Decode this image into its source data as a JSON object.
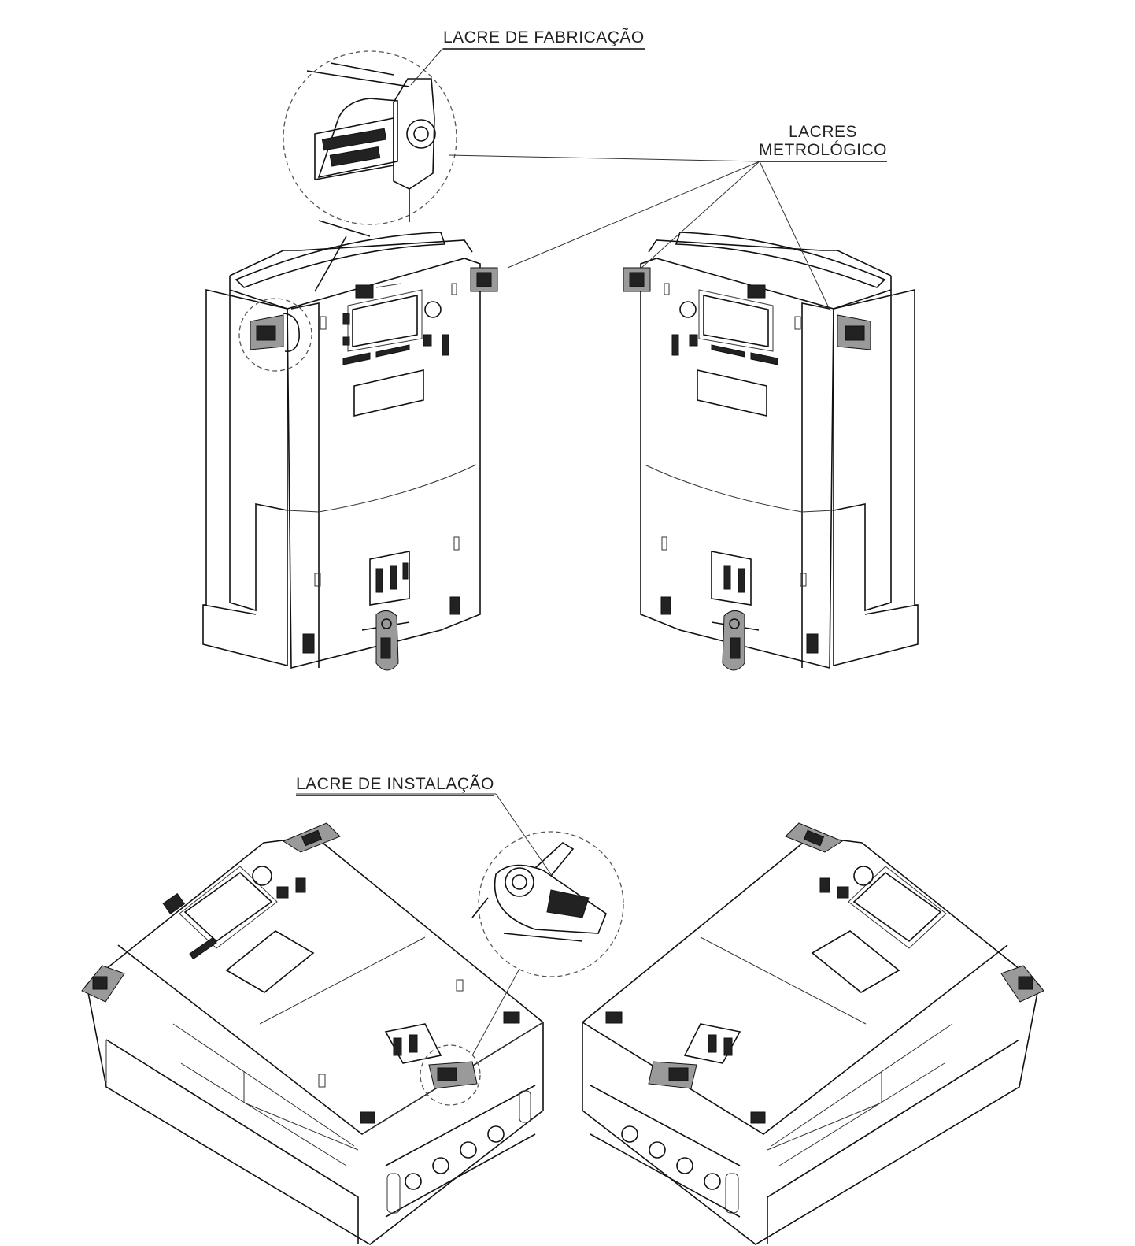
{
  "labels": {
    "fabrication_seal": "LACRE DE FABRICAÇÃO",
    "metrological_seals_line1": "LACRES",
    "metrological_seals_line2": "METROLÓGICO",
    "installation_seal": "LACRE DE INSTALAÇÃO"
  },
  "colors": {
    "line": "#111111",
    "background": "#ffffff"
  }
}
